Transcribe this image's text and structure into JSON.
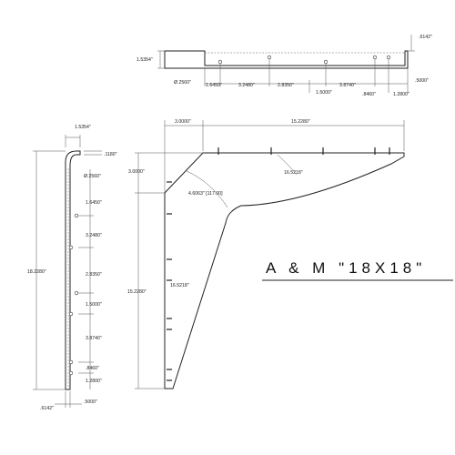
{
  "title": "A & M  \"18X18\"",
  "top_view": {
    "flange_height": "1.5354\"",
    "flange_thickness": ".6142\"",
    "hole_dia": "Ø.2560\"",
    "d1": "1.6450\"",
    "d2": "3.2480\"",
    "d3": "2.8350\"",
    "d4": "1.5000\"",
    "d5": "3.8740\"",
    "d6": ".8460\"",
    "d7": "1.2800\"",
    "d8": ".5000\""
  },
  "side_view": {
    "top_width": "1.5354\"",
    "thickness": ".1180\"",
    "hole_dia": "Ø.2560\"",
    "height": "18.2280\"",
    "d1": "1.6450\"",
    "d2": "3.2480\"",
    "d3": "2.8350\"",
    "d4": "1.5000\"",
    "d5": "3.8740\"",
    "d6": ".8460\"",
    "d7": "1.2800\"",
    "bottom_width": ".6142\"",
    "bottom_offset": ".5000\""
  },
  "front_view": {
    "top_offset": "3.0000\"",
    "top_length": "15.2280\"",
    "left_offset": "3.0000\"",
    "radius_label": "4.6063\" [117.00]",
    "slope_top": "16.5218\"",
    "vertical_length": "15.2280\"",
    "slope_side": "16.5218\""
  }
}
